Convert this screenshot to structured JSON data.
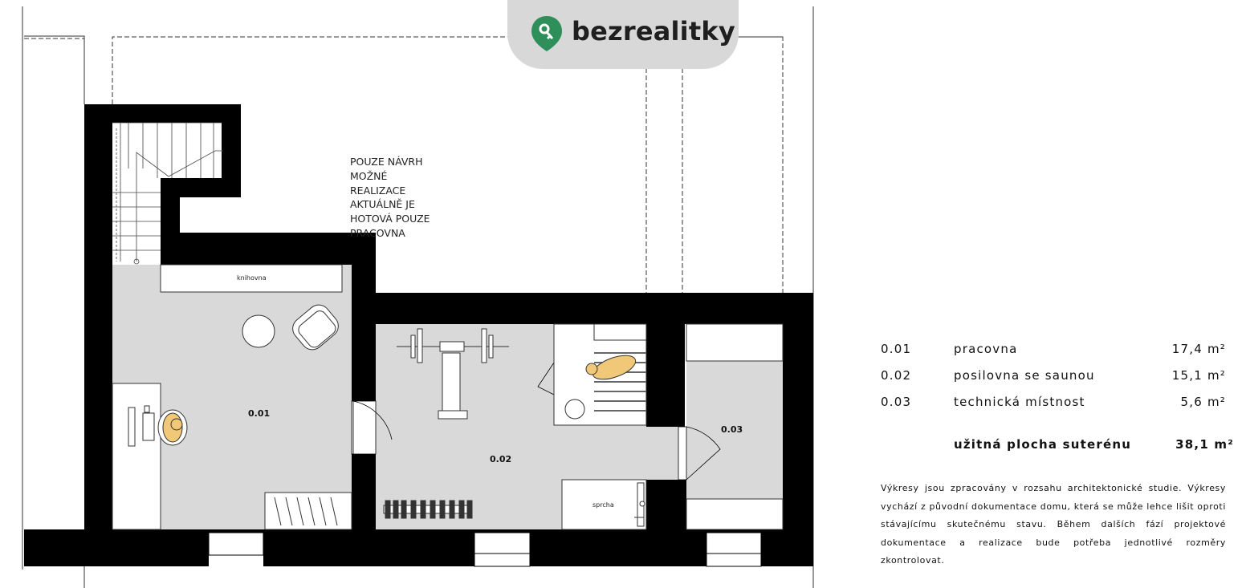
{
  "brand": {
    "name": "bezrealitky",
    "pin_color": "#2f8f5a",
    "pill_color": "#d8d8d8"
  },
  "plan_note": [
    "POUZE NÁVRH",
    "MOŽNÉ",
    "REALIZACE",
    "AKTUÁLNĚ JE",
    "HOTOVÁ POUZE",
    "PRACOVNA"
  ],
  "plan_labels": {
    "room_0_01": "0.01",
    "room_0_02": "0.02",
    "room_0_03": "0.03",
    "bookshelf": "knihovna",
    "shower": "sprcha"
  },
  "colors": {
    "wall": "#000000",
    "floor": "#d9d9d9",
    "furniture_figure": "#f0c878"
  },
  "legend": {
    "rows": [
      {
        "code": "0.01",
        "name": "pracovna",
        "area": "17,4 m²"
      },
      {
        "code": "0.02",
        "name": "posilovna se saunou",
        "area": "15,1 m²"
      },
      {
        "code": "0.03",
        "name": "technická místnost",
        "area": "5,6 m²"
      }
    ],
    "total": {
      "label": "užitná plocha suterénu",
      "area": "38,1 m²"
    }
  },
  "description": "Výkresy jsou zpracovány v rozsahu architektonické studie. Výkresy vychází z původní dokumentace domu, která se může lehce lišit oproti stávajícímu skutečnému stavu. Během dalších fází projektové dokumentace a realizace bude potřeba jednotlivé rozměry zkontrolovat."
}
